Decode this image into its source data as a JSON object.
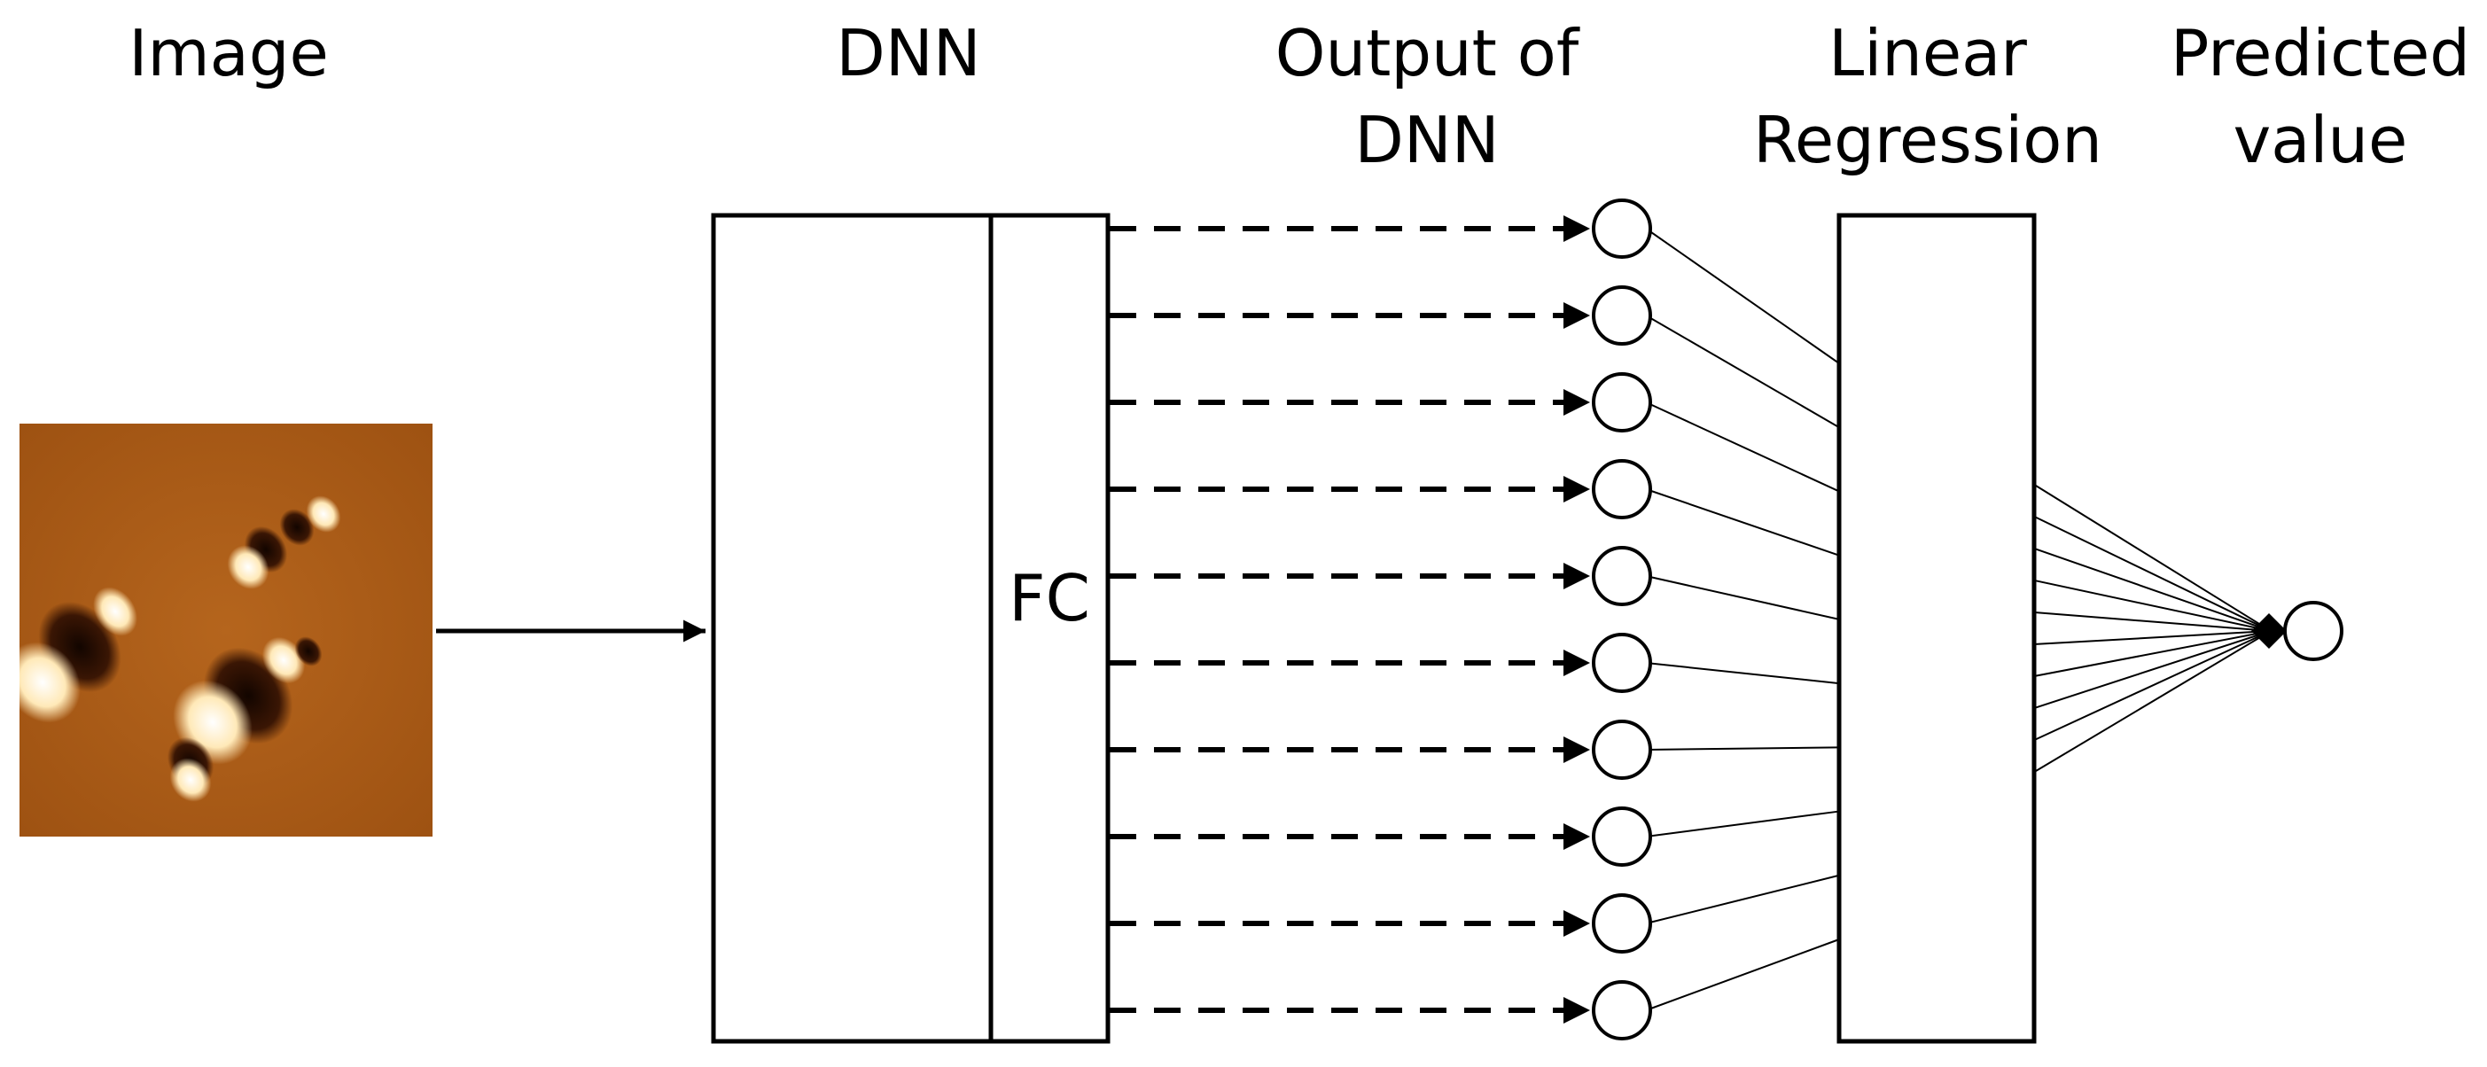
{
  "labels": {
    "image": "Image",
    "dnn": "DNN",
    "output_line1": "Output of",
    "output_line2": "DNN",
    "linreg_line1": "Linear",
    "linreg_line2": "Regression",
    "predicted_line1": "Predicted",
    "predicted_line2": "value",
    "fc": "FC"
  },
  "output_node_count": 10
}
